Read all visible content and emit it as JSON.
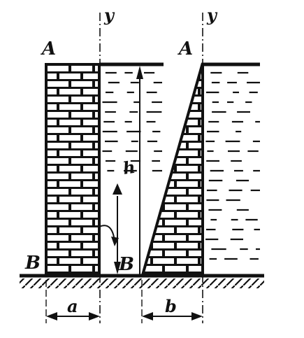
{
  "labels": {
    "left_wall_top": "A",
    "left_wall_bottom": "B",
    "right_wall_top": "A",
    "right_wall_bottom": "B",
    "axis_left": "y",
    "axis_right": "y",
    "width_left": "a",
    "width_right": "b",
    "depth": "h"
  },
  "colors": {
    "ink": "#111111",
    "background": "#ffffff"
  }
}
